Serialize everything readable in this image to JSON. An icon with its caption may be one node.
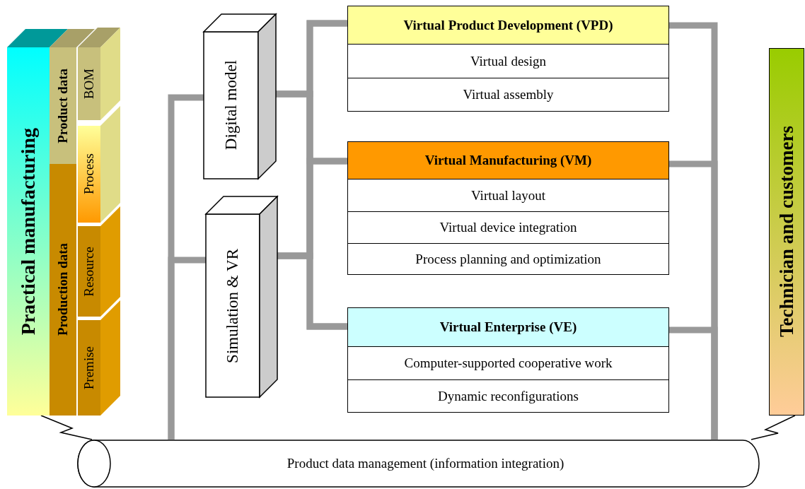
{
  "diagram": {
    "nodes": [
      {
        "text": [
          "Practical manufacturing"
        ]
      },
      {
        "text": [
          "Product data"
        ]
      },
      {
        "text": [
          "Production data"
        ]
      },
      {
        "text": [
          "BOM"
        ]
      },
      {
        "text": [
          "Process"
        ]
      },
      {
        "text": [
          "Resource"
        ]
      },
      {
        "text": [
          "Premise"
        ]
      },
      {
        "text": [
          "Digital model"
        ]
      },
      {
        "text": [
          "Simulation & VR"
        ]
      },
      {
        "text": [
          "Virtual Product Development (VPD)"
        ]
      },
      {
        "text": [
          "Virtual design"
        ]
      },
      {
        "text": [
          "Virtual assembly"
        ]
      },
      {
        "text": [
          "Virtual Manufacturing (VM)"
        ]
      },
      {
        "text": [
          "Virtual layout"
        ]
      },
      {
        "text": [
          "Virtual device integration"
        ]
      },
      {
        "text": [
          "Process planning and optimization"
        ]
      },
      {
        "text": [
          "Virtual Enterprise (VE)"
        ]
      },
      {
        "text": [
          "Computer-supported cooperative work"
        ]
      },
      {
        "text": [
          "Dynamic reconfigurations"
        ]
      },
      {
        "text": [
          "Technician and customers"
        ]
      },
      {
        "text": [
          "Product data management (information integration)"
        ]
      }
    ],
    "edges": [
      {
        "from": 20,
        "to": 7,
        "arrow": "none"
      },
      {
        "from": 20,
        "to": 8,
        "arrow": "none"
      },
      {
        "from": 7,
        "to": 9,
        "arrow": "none"
      },
      {
        "from": 7,
        "to": 12,
        "arrow": "none"
      },
      {
        "from": 7,
        "to": 16,
        "arrow": "none"
      },
      {
        "from": 8,
        "to": 9,
        "arrow": "none"
      },
      {
        "from": 8,
        "to": 12,
        "arrow": "none"
      },
      {
        "from": 8,
        "to": 16,
        "arrow": "none"
      },
      {
        "from": 9,
        "to": 20,
        "arrow": "none"
      },
      {
        "from": 12,
        "to": 20,
        "arrow": "none"
      },
      {
        "from": 16,
        "to": 20,
        "arrow": "none"
      },
      {
        "from": 0,
        "to": 20,
        "arrow": "none",
        "color": "#000000"
      },
      {
        "from": 19,
        "to": 20,
        "arrow": "none",
        "color": "#000000"
      }
    ]
  }
}
